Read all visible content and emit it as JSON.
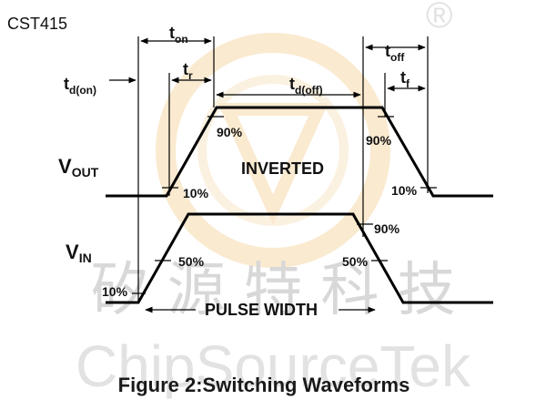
{
  "brand": "CST415",
  "watermark": {
    "chinese": "矽 源 特 科 技",
    "english": "ChipSourceTek",
    "registered": "®"
  },
  "labels": {
    "t_on": "t",
    "t_on_sub": "on",
    "t_r": "t",
    "t_r_sub": "r",
    "t_don": "t",
    "t_don_sub": "d(on)",
    "t_doff": "t",
    "t_doff_sub": "d(off)",
    "t_off": "t",
    "t_off_sub": "off",
    "t_f": "t",
    "t_f_sub": "f",
    "vout": "V",
    "vout_sub": "OUT",
    "vin": "V",
    "vin_sub": "IN",
    "inverted": "INVERTED",
    "pulse_width": "PULSE WIDTH",
    "pct_90_out_rise": "90%",
    "pct_10_out_rise": "10%",
    "pct_90_out_fall": "90%",
    "pct_10_out_fall": "10%",
    "pct_50_in_rise": "50%",
    "pct_10_in": "10%",
    "pct_90_in_fall": "90%",
    "pct_50_in_fall": "50%"
  },
  "caption": "Figure 2:Switching Waveforms"
}
